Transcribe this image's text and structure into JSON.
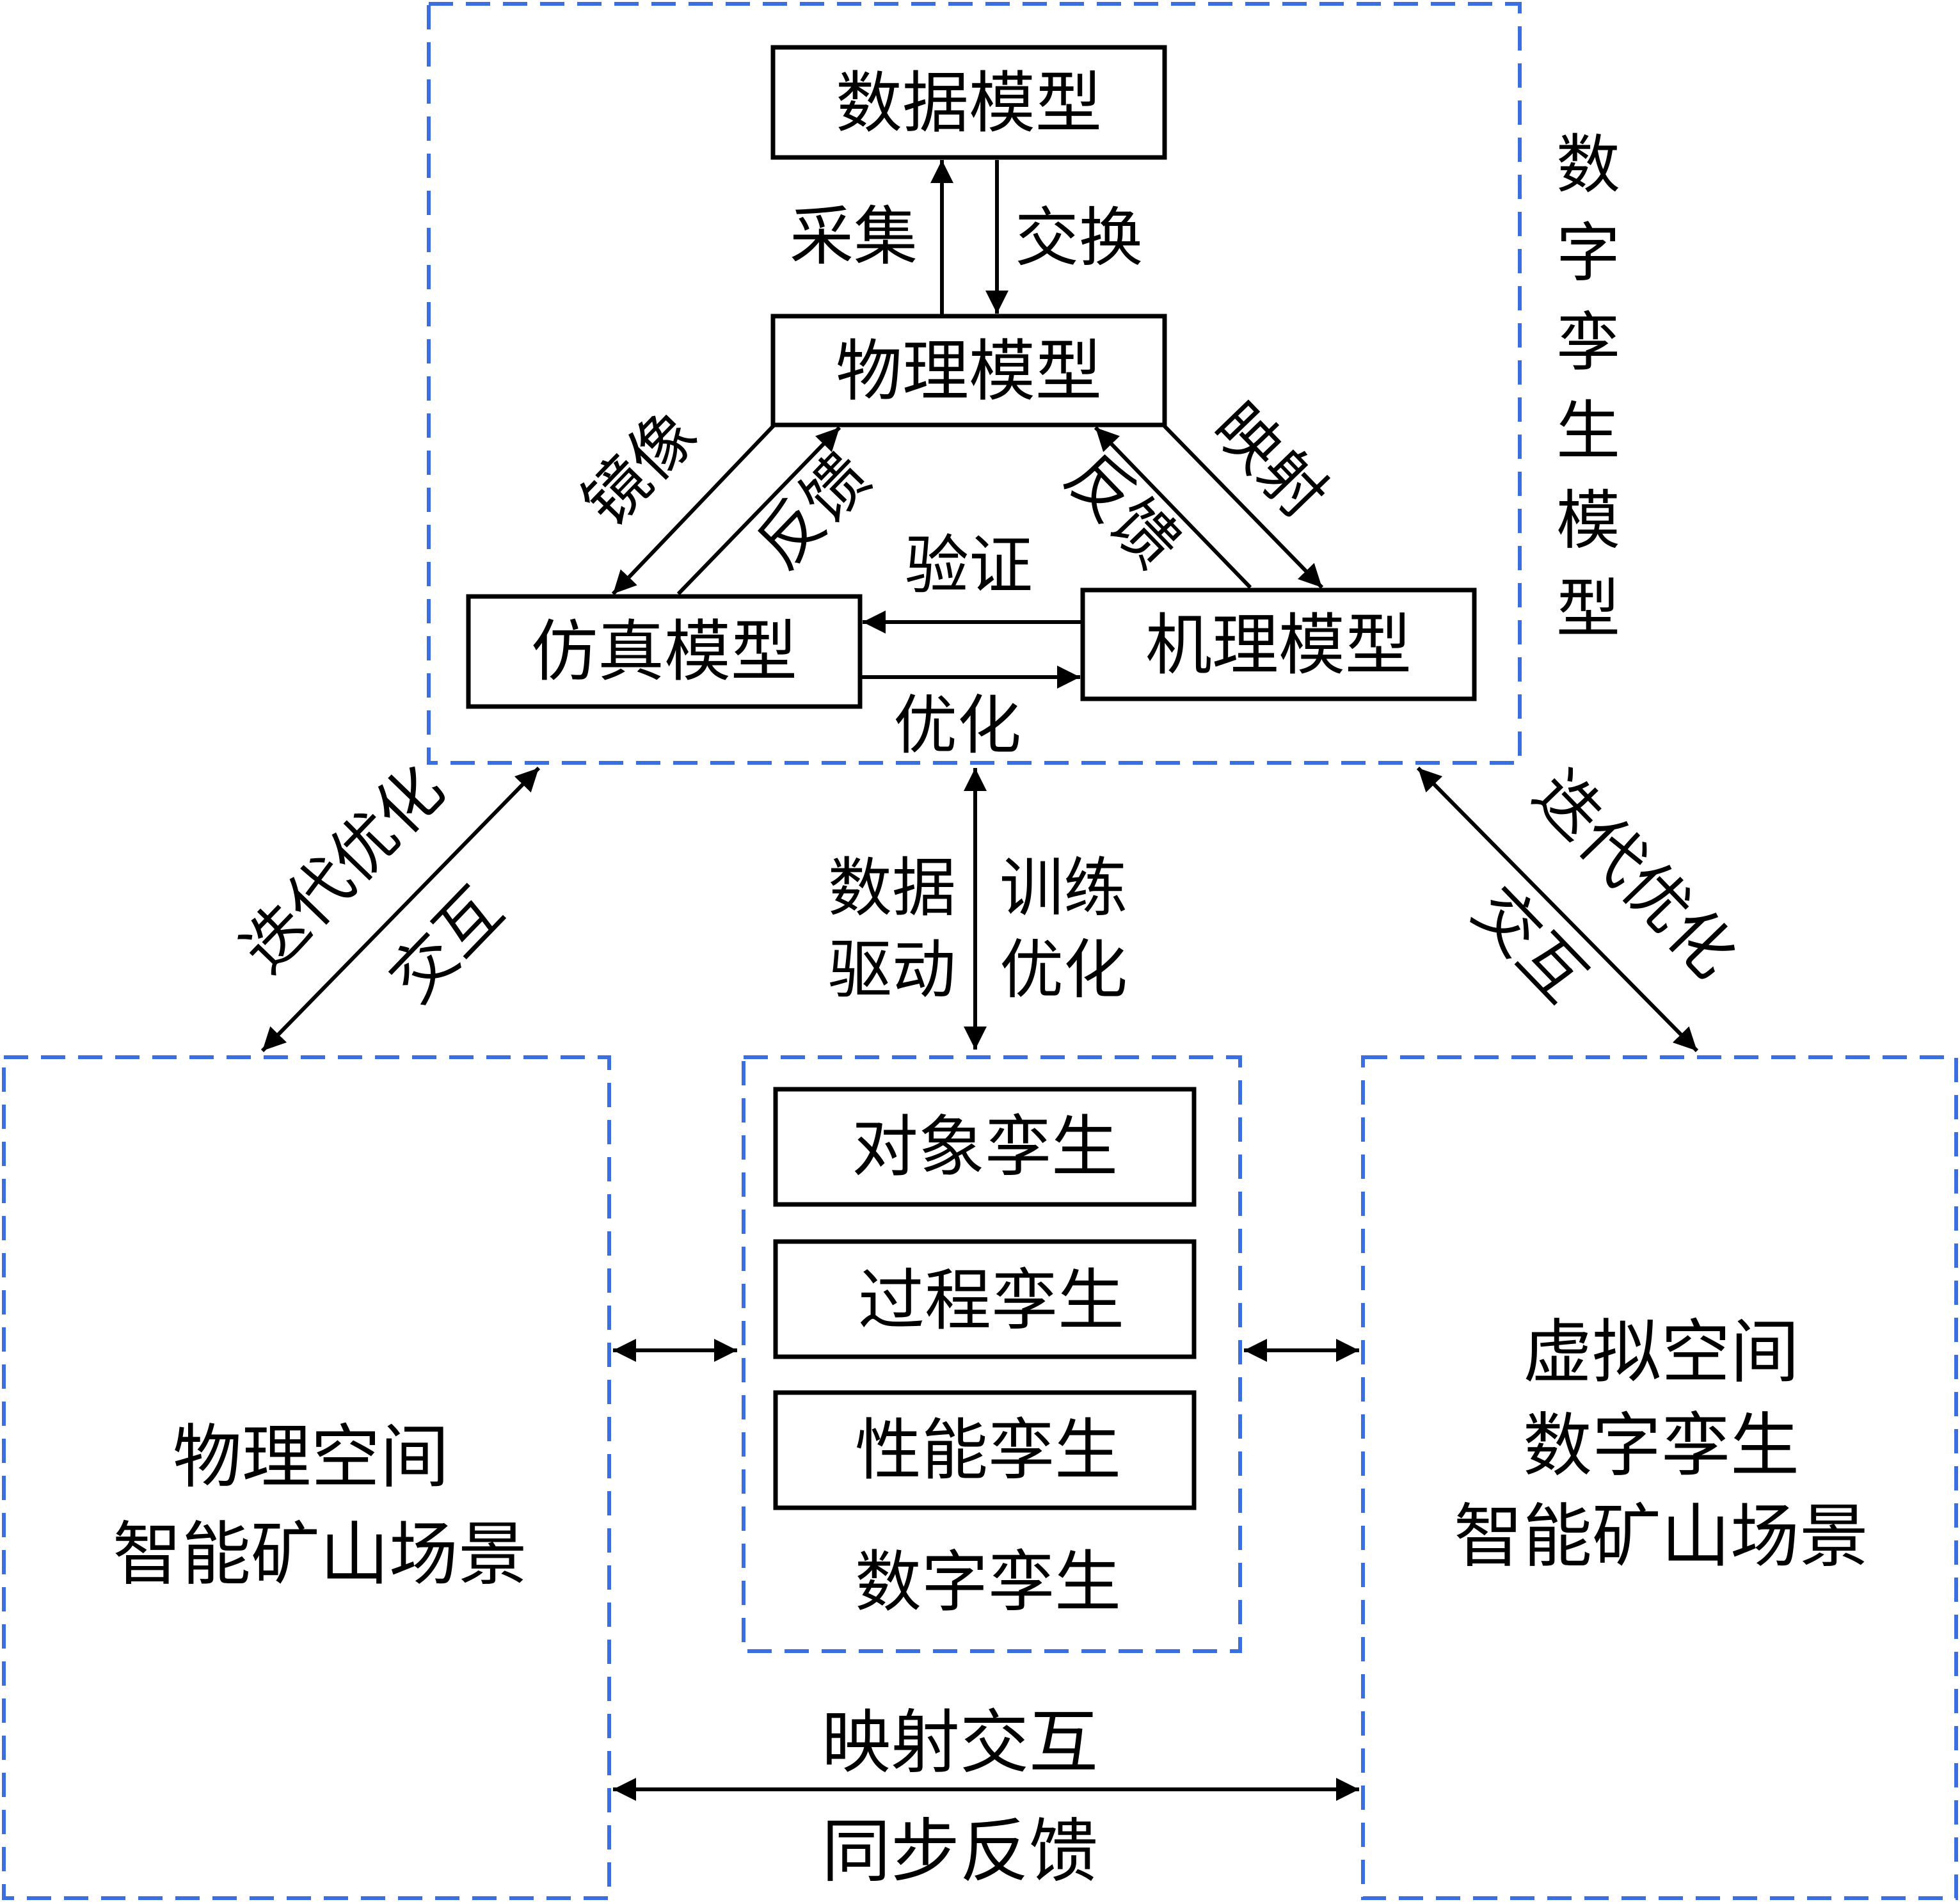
{
  "digital_twin_model": {
    "side_label": [
      "数",
      "字",
      "孪",
      "生",
      "模",
      "型"
    ],
    "boxes": {
      "data_model": "数据模型",
      "physical_model": "物理模型",
      "simulation_model": "仿真模型",
      "mechanism_model": "机理模型"
    },
    "links": {
      "collect": "采集",
      "exchange": "交换",
      "mirror": "镜像",
      "feedback_left": "反馈",
      "feedback_right": "反馈",
      "mapping": "映射",
      "verify": "验证",
      "optimize": "优化"
    }
  },
  "center_links": {
    "left_line1": "数据",
    "left_line2": "驱动",
    "right_line1": "训练",
    "right_line2": "优化"
  },
  "diagonal_links": {
    "left_top": "迭代优化",
    "left_bottom": "交互",
    "right_top": "迭代优化",
    "right_bottom": "交互"
  },
  "physical_space": {
    "line1": "物理空间",
    "line2": "智能矿山场景"
  },
  "virtual_space": {
    "line1": "虚拟空间",
    "line2": "数字孪生",
    "line3": "智能矿山场景"
  },
  "digital_twin": {
    "object_twin": "对象孪生",
    "process_twin": "过程孪生",
    "performance_twin": "性能孪生",
    "caption": "数字孪生"
  },
  "bottom_link": {
    "top": "映射交互",
    "bottom": "同步反馈"
  },
  "colors": {
    "dashed_border": "#3b6fe0",
    "line": "#000000"
  }
}
